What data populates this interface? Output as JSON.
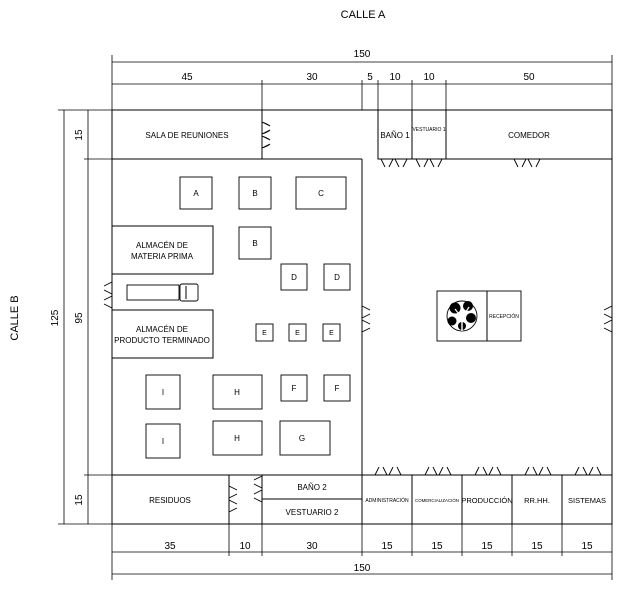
{
  "streets": {
    "top": "CALLE A",
    "left": "CALLE B"
  },
  "dimensions": {
    "top_total": "150",
    "top_segments": [
      "45",
      "30",
      "5",
      "10",
      "10",
      "50"
    ],
    "bottom_segments": [
      "35",
      "10",
      "30",
      "15",
      "15",
      "15",
      "15",
      "15"
    ],
    "bottom_total": "150",
    "left_total": "125",
    "left_segments": [
      "15",
      "95",
      "15"
    ]
  },
  "rooms": {
    "sala": "SALA DE REUNIONES",
    "bano1": "BAÑO 1",
    "vestuario1": "VESTUARIO 1",
    "comedor": "COMEDOR",
    "almacen_mp_1": "ALMACÉN DE",
    "almacen_mp_2": "MATERIA PRIMA",
    "almacen_pt_1": "ALMACÉN DE",
    "almacen_pt_2": "PRODUCTO TERMINADO",
    "recepcion": "RECEPCIÓN",
    "residuos": "RESIDUOS",
    "bano2": "BAÑO 2",
    "vestuario2": "VESTUARIO 2",
    "administracion": "ADMINISTRACIÓN",
    "comercializacion": "COMERCIALIZACIÓN",
    "produccion": "PRODUCCIÓN",
    "rrhh": "RR.HH.",
    "sistemas": "SISTEMAS"
  },
  "machines": {
    "a": "A",
    "b1": "B",
    "c": "C",
    "b2": "B",
    "d1": "D",
    "d2": "D",
    "e1": "E",
    "e2": "E",
    "e3": "E",
    "f1": "F",
    "f2": "F",
    "h1": "H",
    "h2": "H",
    "g": "G",
    "i1": "I",
    "i2": "I"
  }
}
